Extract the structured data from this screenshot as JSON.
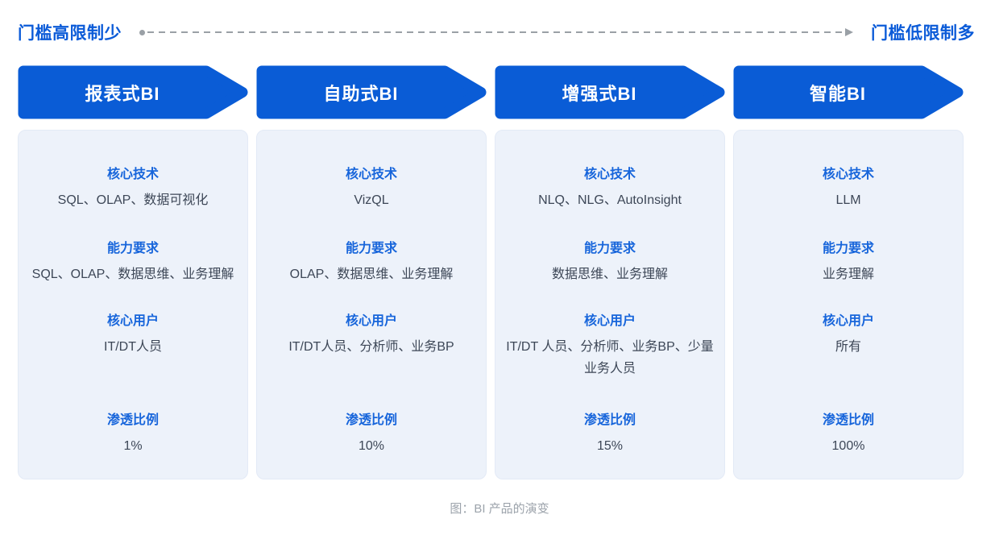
{
  "colors": {
    "banner_blue": "#0a5cd6",
    "section_title_blue": "#1765db",
    "body_text": "#3d4757",
    "card_bg": "#edf2fa",
    "card_border": "#e3eaf6",
    "axis_label_blue": "#0b5bd8",
    "dash_gray": "#9aa0a6",
    "caption_gray": "#9ca3ab"
  },
  "axis": {
    "left_label": "门槛高限制少",
    "right_label": "门槛低限制多"
  },
  "columns": [
    {
      "title": "报表式BI",
      "sections": [
        {
          "label": "核心技术",
          "value": "SQL、OLAP、数据可视化"
        },
        {
          "label": "能力要求",
          "value": "SQL、OLAP、数据思维、业务理解"
        },
        {
          "label": "核心用户",
          "value": "IT/DT人员"
        },
        {
          "label": "渗透比例",
          "value": "1%"
        }
      ]
    },
    {
      "title": "自助式BI",
      "sections": [
        {
          "label": "核心技术",
          "value": "VizQL"
        },
        {
          "label": "能力要求",
          "value": "OLAP、数据思维、业务理解"
        },
        {
          "label": "核心用户",
          "value": "IT/DT人员、分析师、业务BP"
        },
        {
          "label": "渗透比例",
          "value": "10%"
        }
      ]
    },
    {
      "title": "增强式BI",
      "sections": [
        {
          "label": "核心技术",
          "value": "NLQ、NLG、AutoInsight"
        },
        {
          "label": "能力要求",
          "value": "数据思维、业务理解"
        },
        {
          "label": "核心用户",
          "value": "IT/DT 人员、分析师、业务BP、少量业务人员"
        },
        {
          "label": "渗透比例",
          "value": "15%"
        }
      ]
    },
    {
      "title": "智能BI",
      "sections": [
        {
          "label": "核心技术",
          "value": "LLM"
        },
        {
          "label": "能力要求",
          "value": "业务理解"
        },
        {
          "label": "核心用户",
          "value": "所有"
        },
        {
          "label": "渗透比例",
          "value": "100%"
        }
      ]
    }
  ],
  "caption": "图：BI 产品的演变"
}
